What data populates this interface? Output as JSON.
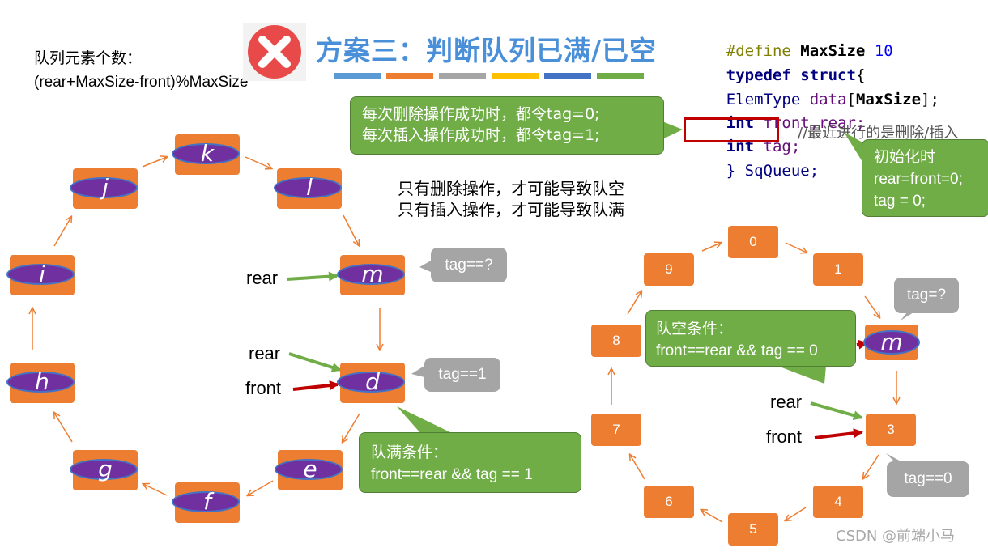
{
  "count_formula": {
    "line1": "队列元素个数：",
    "line2": "(rear+MaxSize-front)%MaxSize"
  },
  "title": "方案三：判断队列已满/已空",
  "title_bar_colors": [
    "#5b9bd5",
    "#ed7d31",
    "#a5a5a5",
    "#ffc000",
    "#4472c4",
    "#70ad47"
  ],
  "code": {
    "define_kw": "#define",
    "define_name": "MaxSize",
    "define_val": "10",
    "typedef_kw": "typedef",
    "struct_kw": "struct",
    "brace_open": "{",
    "elem_type": "ElemType",
    "data_name": "data",
    "bracket_open": "[",
    "maxsize": "MaxSize",
    "bracket_close": "];",
    "int1": "int",
    "front_rear": "front,rear;",
    "int2": "int",
    "tag_decl": "tag;",
    "comment": "//最近进行的是删除/插入",
    "close": "} SqQueue;"
  },
  "callouts": {
    "ops": [
      "每次删除操作成功时，都令tag=0;",
      "每次插入操作成功时，都令tag=1;"
    ],
    "init": [
      "初始化时",
      "rear=front=0;",
      "tag = 0;"
    ],
    "empty_full_note": [
      "只有删除操作，才可能导致队空",
      "只有插入操作，才可能导致队满"
    ],
    "full_cond": [
      "队满条件：",
      "front==rear && tag == 1"
    ],
    "empty_cond": [
      "队空条件：",
      "front==rear && tag == 0"
    ]
  },
  "left_ring": {
    "nodes": [
      "k",
      "l",
      "m",
      "d",
      "e",
      "f",
      "g",
      "h",
      "i",
      "j"
    ],
    "pointers": {
      "rear_top": "rear",
      "rear_mid": "rear",
      "front_mid": "front"
    },
    "bubbles": {
      "m": "tag==?",
      "d": "tag==1"
    }
  },
  "right_ring": {
    "nodes": [
      "0",
      "1",
      "m",
      "3",
      "4",
      "5",
      "6",
      "7",
      "8",
      "9"
    ],
    "pointers": {
      "rear": "rear",
      "front": "front"
    },
    "bubbles": {
      "m": "tag=?",
      "three": "tag==0"
    }
  },
  "watermark": "CSDN @前端小马",
  "colors": {
    "node": "#ed7d31",
    "token": "#7030a0",
    "green": "#70ad47",
    "gray": "#a5a5a5",
    "rear_arrow": "#70ad47",
    "front_arrow": "#c00000",
    "code_highlight": "#c00000"
  }
}
